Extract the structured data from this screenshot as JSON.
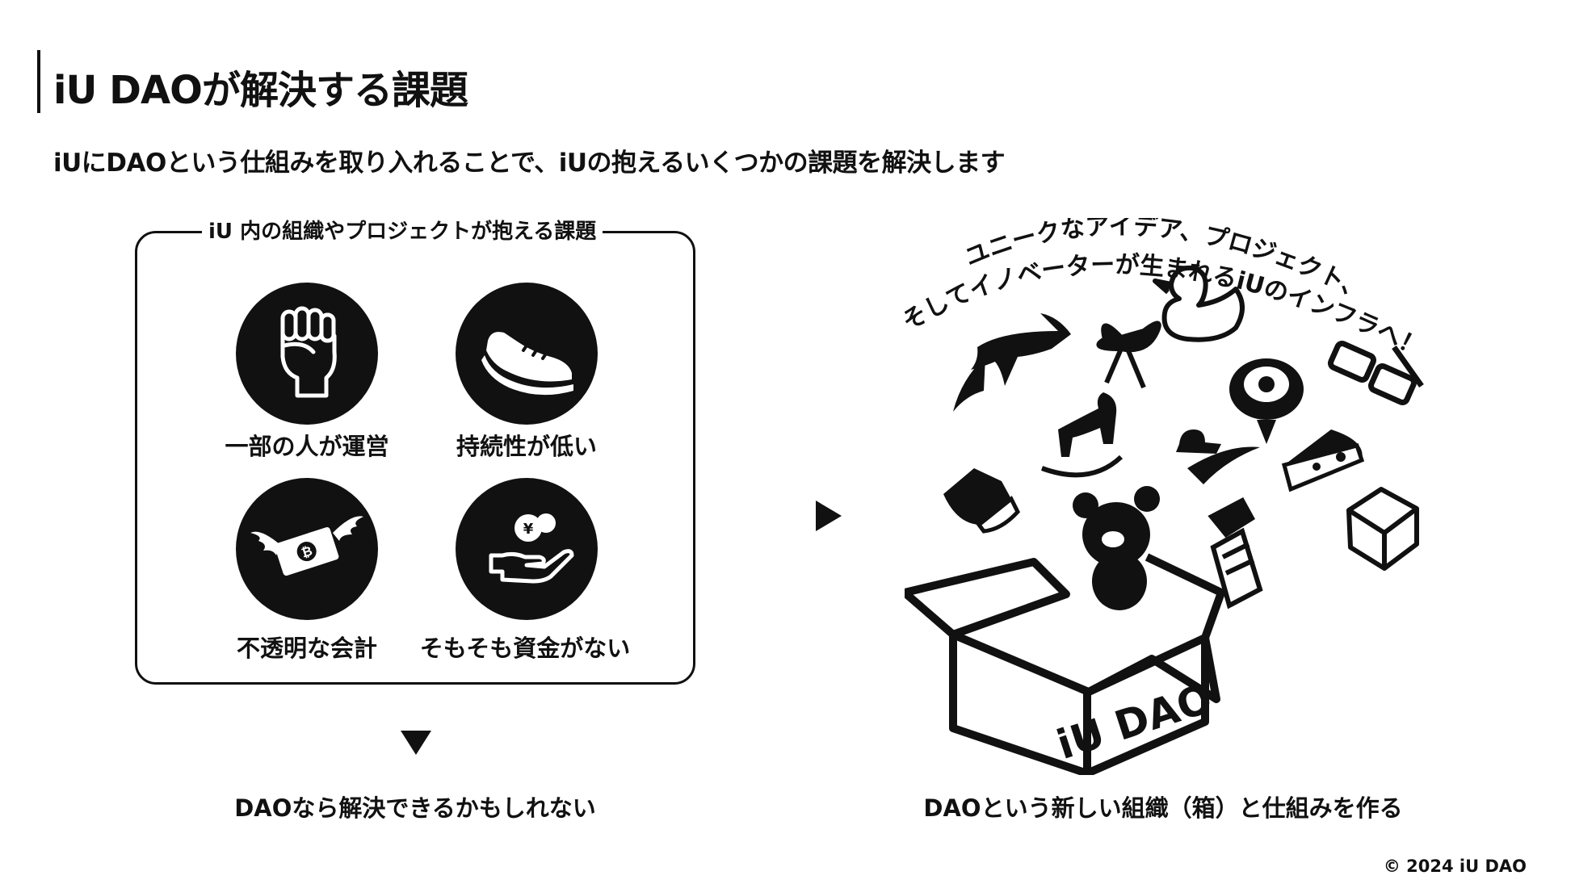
{
  "header": {
    "title": "iU DAOが解決する課題",
    "subtitle": "iUにDAOという仕組みを取り入れることで、iUの抱えるいくつかの課題を解決します"
  },
  "panel": {
    "title": "iU 内の組織やプロジェクトが抱える課題",
    "issues": [
      {
        "label": "一部の人が運営",
        "icon": "fist-icon"
      },
      {
        "label": "持続性が低い",
        "icon": "sneaker-icon"
      },
      {
        "label": "不透明な会計",
        "icon": "flying-money-icon"
      },
      {
        "label": "そもそも資金がない",
        "icon": "coin-hand-icon"
      }
    ]
  },
  "left_caption": "DAOなら解決できるかもしれない",
  "right": {
    "tagline_line1": "ユニークなアイデア、プロジェクト、",
    "tagline_line2": "そしてイノベーターが生まれるiUのインフラへ！",
    "box_label": "iU DAO",
    "caption": "DAOという新しい組織（箱）と仕組みを作る"
  },
  "footer": {
    "copyright": "© 2024 iU DAO"
  }
}
